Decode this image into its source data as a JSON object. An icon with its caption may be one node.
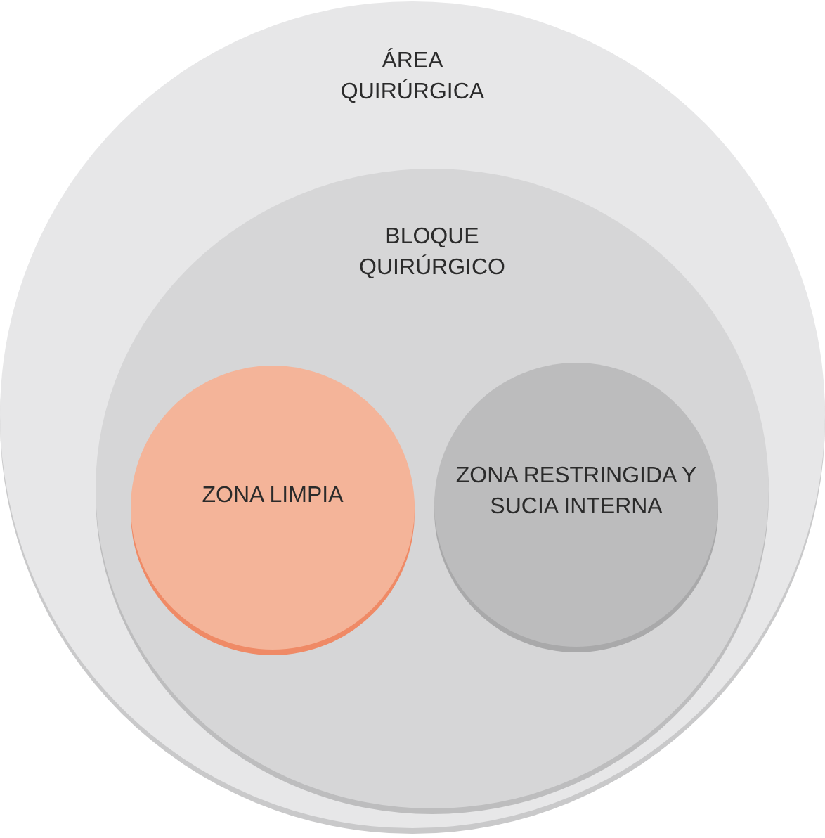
{
  "diagram": {
    "nodes": [
      {
        "text": [
          "ÁREA QUIRÚRGICA"
        ]
      },
      {
        "text": [
          "BLOQUE QUIRÚRGICO"
        ],
        "in": 0
      },
      {
        "text": [
          "ZONA LIMPIA"
        ],
        "in": 1
      },
      {
        "text": [
          "ZONA RESTRINGIDA Y SUCIA INTERNA"
        ],
        "in": 1
      }
    ]
  }
}
